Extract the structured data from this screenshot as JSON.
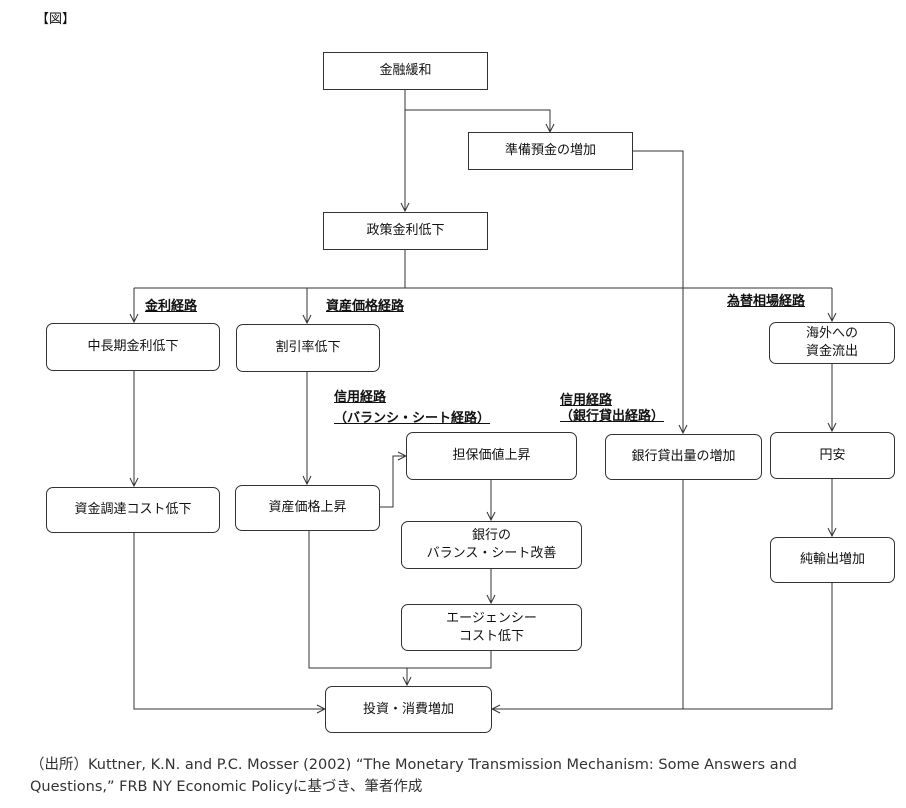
{
  "figure_label": "【図】",
  "nodes": {
    "monetary_easing": "金融緩和",
    "reserve_increase": "準備預金の増加",
    "policy_rate_fall": "政策金利低下",
    "long_rate_fall": "中長期金利低下",
    "discount_rate_fall": "割引率低下",
    "overseas_outflow": "海外への\n資金流出",
    "collateral_rise": "担保価値上昇",
    "bank_lending_increase": "銀行貸出量の増加",
    "yen_depreciation": "円安",
    "funding_cost_fall": "資金調達コスト低下",
    "asset_price_rise": "資産価格上昇",
    "balance_sheet_improve": "銀行の\nバランス・シート改善",
    "net_export_increase": "純輸出増加",
    "agency_cost_fall": "エージェンシー\nコスト低下",
    "investment_consumption_increase": "投資・消費増加"
  },
  "pathways": {
    "interest_rate": "金利経路",
    "asset_price": "資産価格経路",
    "exchange_rate": "為替相場経路",
    "credit_balance_sheet": "信用経路\n（バランシ・シート経路）",
    "credit_bank_lending": "信用経路\n（銀行貸出経路）"
  },
  "source": "（出所）Kuttner, K.N. and P.C. Mosser (2002) “The Monetary Transmission Mechanism: Some Answers and Questions,” FRB NY Economic Policyに基づき、筆者作成"
}
